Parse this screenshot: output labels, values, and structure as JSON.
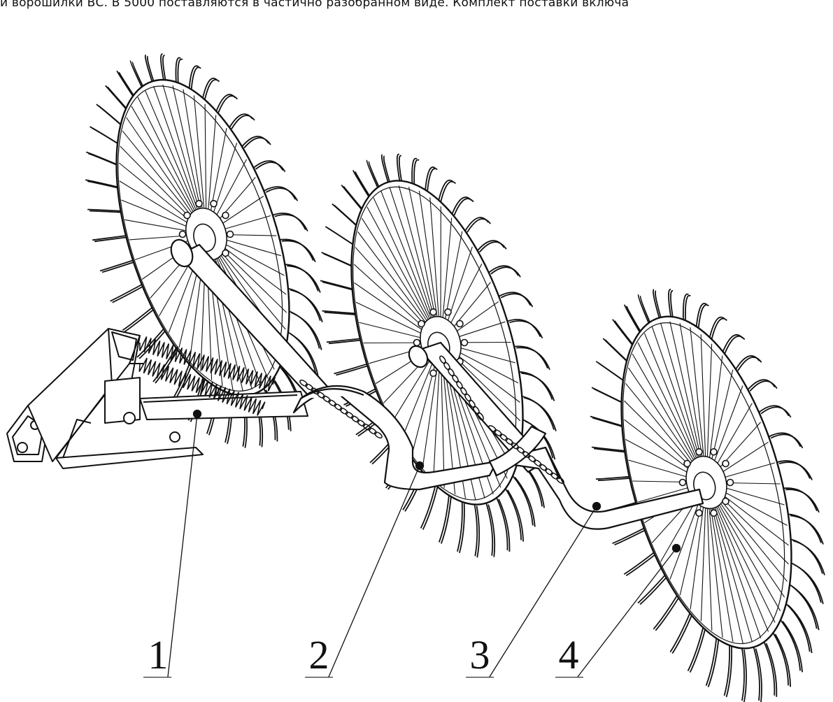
{
  "caption": {
    "text": "и ворошилки ВС. В 5000 поставляются в частично разобранном виде. Комплект поставки включа"
  },
  "labels": [
    {
      "id": "label-1",
      "number": "1"
    },
    {
      "id": "label-2",
      "number": "2"
    },
    {
      "id": "label-3",
      "number": "3"
    },
    {
      "id": "label-4",
      "number": "4"
    }
  ],
  "colors": {
    "line": "#111111",
    "background": "#ffffff"
  }
}
